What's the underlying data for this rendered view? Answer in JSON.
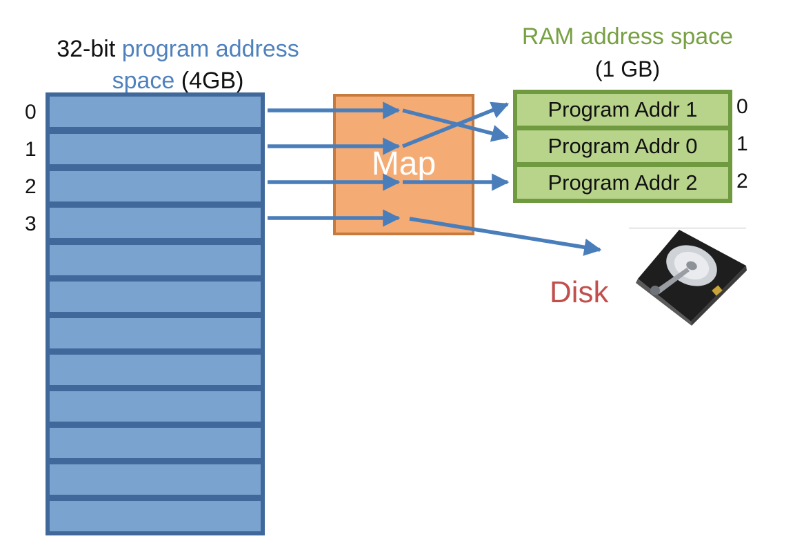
{
  "program_space": {
    "title_prefix": "32-bit ",
    "title_highlight_1": "program address",
    "title_highlight_2": "space",
    "title_suffix": " (4GB)",
    "indices": [
      "0",
      "1",
      "2",
      "3"
    ]
  },
  "map": {
    "label": "Map"
  },
  "ram": {
    "title": "RAM address space",
    "subtitle": "(1 GB)",
    "rows": [
      {
        "label": "Program Addr 1",
        "index": "0"
      },
      {
        "label": "Program Addr 0",
        "index": "1"
      },
      {
        "label": "Program Addr 2",
        "index": "2"
      }
    ]
  },
  "disk": {
    "label": "Disk",
    "icon": "hard-drive-icon"
  },
  "colors": {
    "program_blue": "#4f81bd",
    "ram_green": "#77a043",
    "map_orange": "#f5ab74",
    "disk_red": "#c0504d",
    "arrow": "#4a7ebb"
  }
}
